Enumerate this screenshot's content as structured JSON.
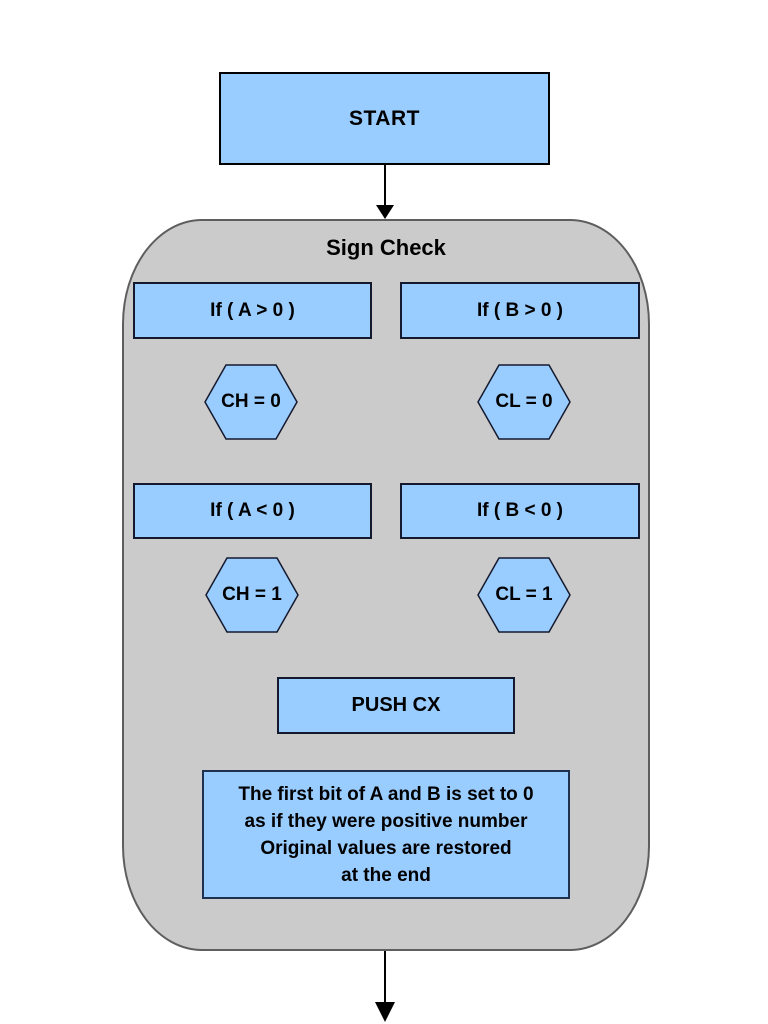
{
  "palette": {
    "node_fill": "#99CCFF",
    "node_border": "#15192E",
    "note_border": "#1F3050",
    "container_fill": "#CBCBCB",
    "container_border": "#5E5E5E",
    "arrow_color": "#000000",
    "text_color": "#000000",
    "page_bg": "#FFFFFF"
  },
  "start": {
    "label": "START"
  },
  "group": {
    "title": "Sign Check"
  },
  "checks": [
    {
      "condition": "If ( A > 0 )",
      "action": "CH = 0"
    },
    {
      "condition": "If ( B > 0 )",
      "action": "CL = 0"
    },
    {
      "condition": "If ( A < 0 )",
      "action": "CH = 1"
    },
    {
      "condition": "If ( B < 0 )",
      "action": "CL = 1"
    }
  ],
  "push": {
    "label": "PUSH CX"
  },
  "note": {
    "lines": [
      "The first bit of A and B is set to 0",
      "as if they were positive number",
      "Original values are restored",
      "at the end"
    ]
  }
}
